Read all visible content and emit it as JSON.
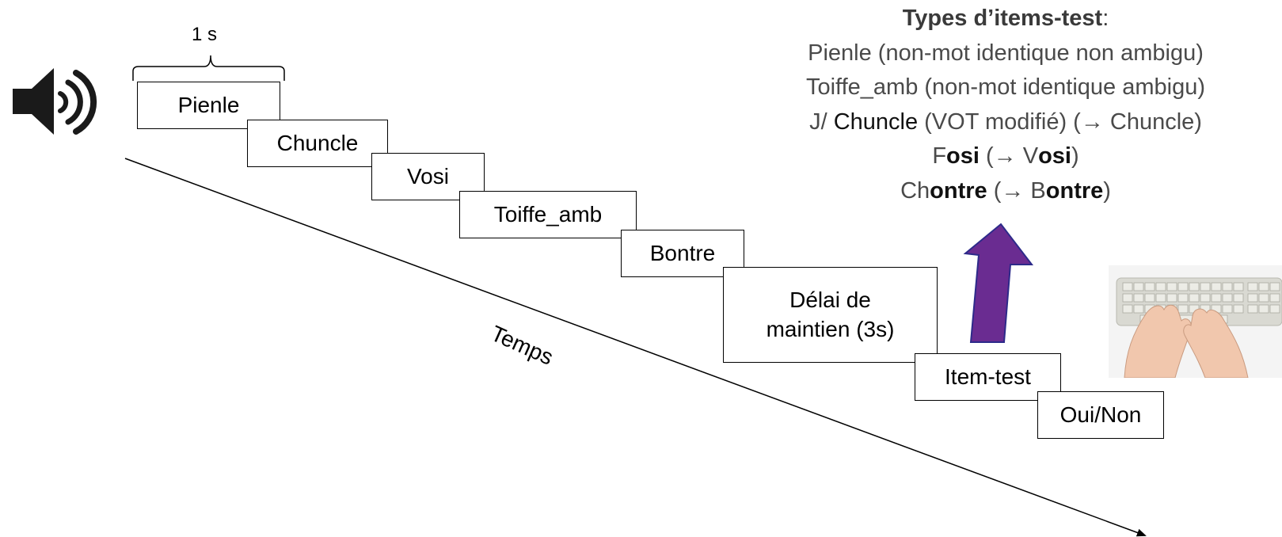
{
  "speaker": {
    "icon": "speaker-icon"
  },
  "duration_label": "1 s",
  "sequence": [
    {
      "name": "stimulus-pienle",
      "text": "Pienle"
    },
    {
      "name": "stimulus-chuncle",
      "text": "Chuncle"
    },
    {
      "name": "stimulus-vosi",
      "text": "Vosi"
    },
    {
      "name": "stimulus-toiffe-amb",
      "text": "Toiffe_amb"
    },
    {
      "name": "stimulus-bontre",
      "text": "Bontre"
    },
    {
      "name": "retention-delay",
      "text": "Délai de\nmaintien (3s)"
    },
    {
      "name": "item-test",
      "text": "Item-test"
    },
    {
      "name": "response",
      "text": "Oui/Non"
    }
  ],
  "time_axis_label": "Temps",
  "legend": {
    "title": "Types d’items-test",
    "title_suffix": ":",
    "line1": "Pienle (non-mot identique non ambigu)",
    "line2": "Toiffe_amb (non-mot identique ambigu)",
    "line3": {
      "prefix": "J/ ",
      "word": "Chuncle",
      "rest": " (VOT modifié) (",
      "arrow": "→",
      "target": " Chuncle)"
    },
    "line4": {
      "a": "F",
      "b": "osi",
      "c": " (",
      "arrow": "→",
      "d": " V",
      "e": "osi",
      "f": ")"
    },
    "line5": {
      "a": "Ch",
      "b": "ontre",
      "c": " (",
      "arrow": "→",
      "d": " B",
      "e": "ontre",
      "f": ")"
    }
  },
  "colors": {
    "arrow_fill": "#6a2c91",
    "arrow_stroke": "#2d2a8a",
    "legend_text": "#4a4a4a"
  },
  "keyboard": {
    "icon": "keyboard-hands-image"
  }
}
